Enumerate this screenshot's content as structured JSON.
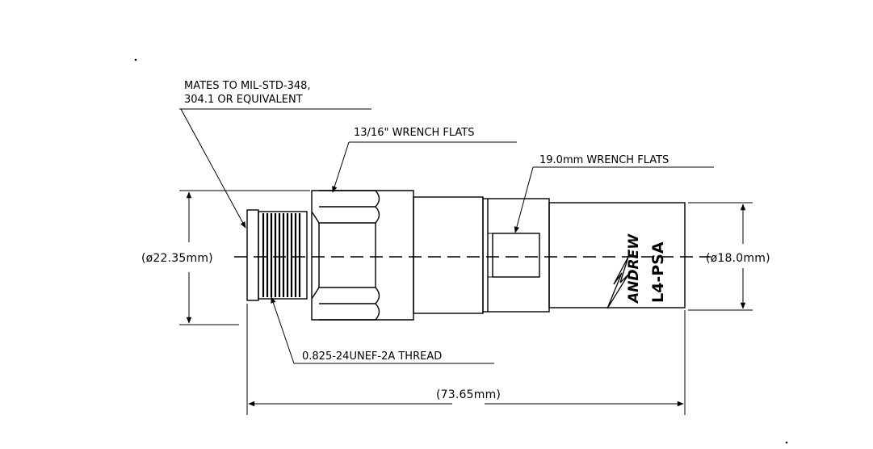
{
  "drawing": {
    "annotations": {
      "mates_line1": "MATES TO MIL-STD-348,",
      "mates_line2": "304.1 OR EQUIVALENT",
      "wrench_flats_inch": "13/16\" WRENCH FLATS",
      "wrench_flats_mm": "19.0mm WRENCH FLATS",
      "thread": "0.825-24UNEF-2A THREAD"
    },
    "dimensions": {
      "left_diameter": "(ø22.35mm)",
      "right_diameter": "(ø18.0mm)",
      "overall_length": "(73.65mm)"
    },
    "body_marking": {
      "brand": "ANDREW",
      "model": "L4-PSA"
    }
  }
}
